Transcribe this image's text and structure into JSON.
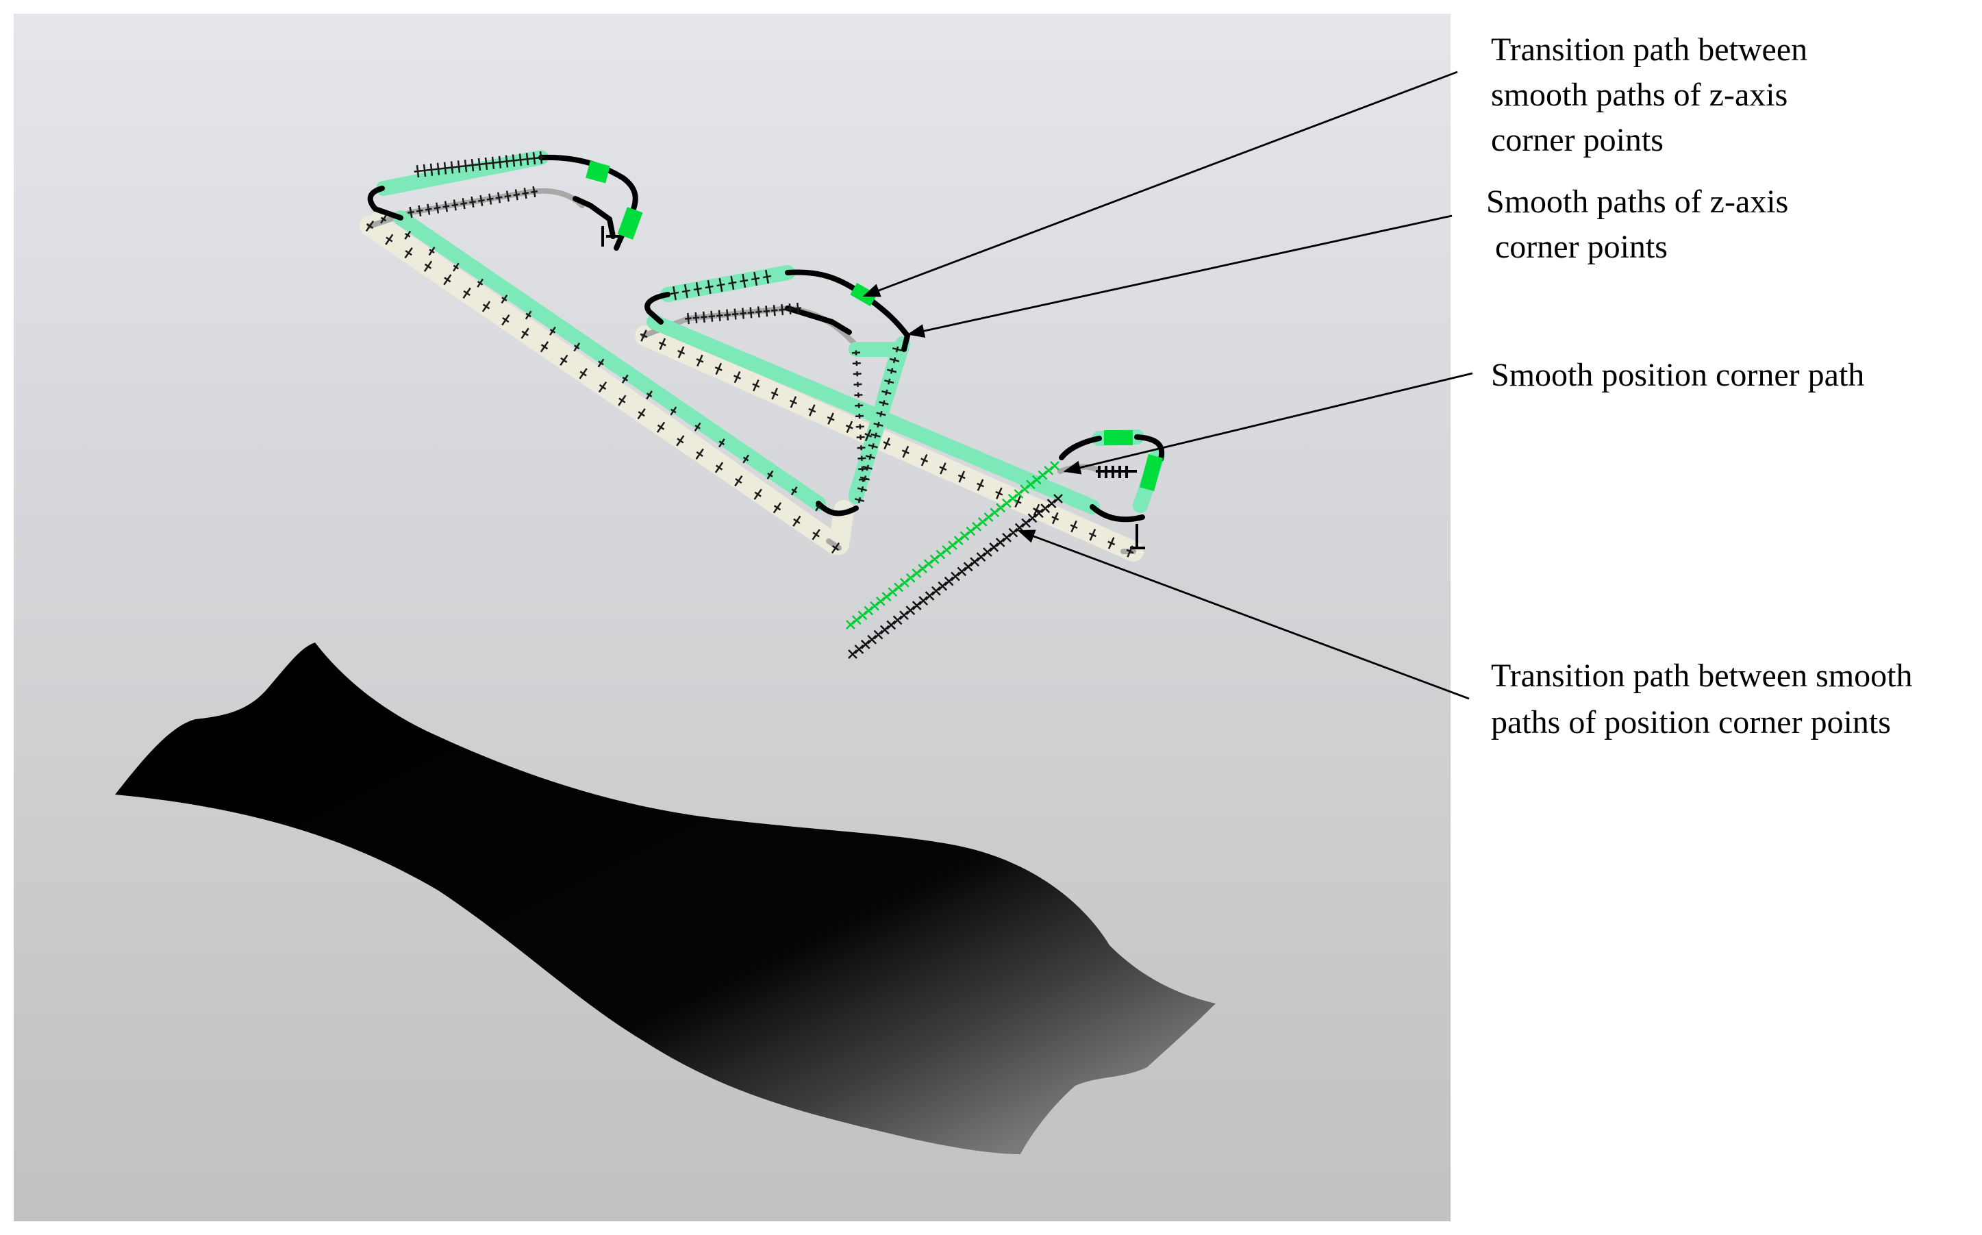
{
  "colors": {
    "viewport_top": "#e4e6eb",
    "viewport_bottom": "#c1c1c1",
    "tool_path_green": "#7de8b8",
    "corner_marker_green": "#00dd3c",
    "path_band_cream": "#ecebdc",
    "path_black": "#000000",
    "path_grey": "#a9a9a9",
    "blade": "#000000"
  },
  "annotations": {
    "transition_z": {
      "line1": "Transition path between",
      "line2": "smooth paths of z-axis",
      "line3": "corner points"
    },
    "smooth_z": {
      "line1": "Smooth paths of z-axis",
      "line2": "corner points"
    },
    "smooth_position": {
      "line1": "Smooth position corner path"
    },
    "transition_position": {
      "line1": "Transition path between smooth",
      "line2": "paths of position corner points"
    }
  }
}
